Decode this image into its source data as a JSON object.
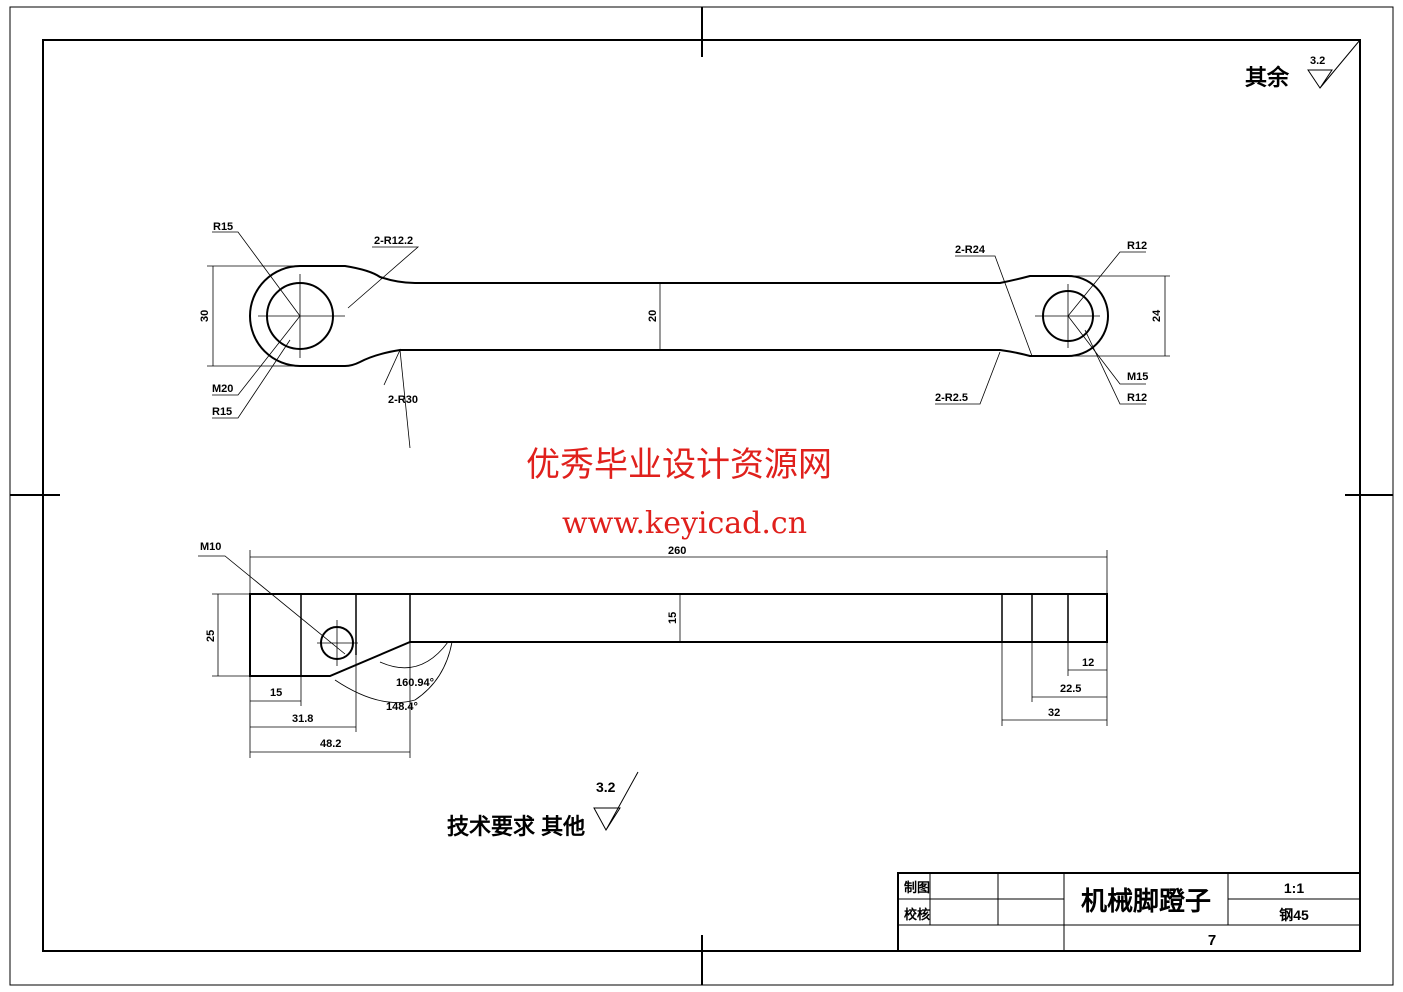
{
  "roughness": {
    "label": "其余",
    "value": "3.2"
  },
  "top_view": {
    "labels": {
      "r15_top": "R15",
      "r12_2": "2-R12.2",
      "m20": "M20",
      "r15_bottom": "R15",
      "r30": "2-R30",
      "r24": "2-R24",
      "r12_top": "R12",
      "m15": "M15",
      "r12_bottom": "R12",
      "r2_5": "2-R2.5"
    },
    "dims": {
      "height_left": "30",
      "height_mid": "20",
      "height_right": "24"
    }
  },
  "front_view": {
    "labels": {
      "m10": "M10",
      "angle1": "160.94°",
      "angle2": "148.4°"
    },
    "dims": {
      "length": "260",
      "height_left": "25",
      "height_mid": "15",
      "d15": "15",
      "d31_8": "31.8",
      "d48_2": "48.2",
      "d12": "12",
      "d22_5": "22.5",
      "d32": "32"
    }
  },
  "watermark": {
    "title": "优秀毕业设计资源网",
    "url": "www.keyicad.cn"
  },
  "tech_req": {
    "label": "技术要求  其他",
    "value": "3.2"
  },
  "title_block": {
    "drawn": "制图",
    "checked": "校核",
    "part_name": "机械脚蹬子",
    "scale": "1:1",
    "material": "钢45",
    "number": "7"
  }
}
